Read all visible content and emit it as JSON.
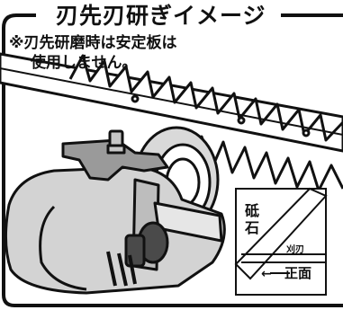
{
  "title": "刃先刃研ぎイメージ",
  "note_line1": "※刃先研磨時は安定板は",
  "note_line2": "使用しません。",
  "inset": {
    "stone_label_top": "砥",
    "stone_label_bottom": "石",
    "blade_label": "刈刃",
    "front_label": "正面",
    "arrow_glyph": "←"
  },
  "icons": [
    "hedge-trimmer-blade",
    "sharpening-grinder",
    "sharpening-diagram"
  ]
}
